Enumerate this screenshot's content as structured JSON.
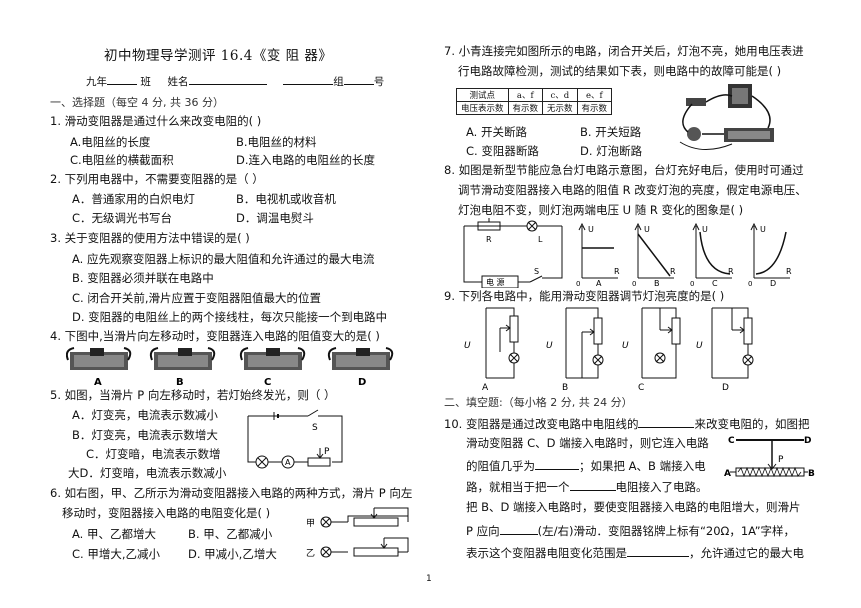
{
  "header": {
    "title": "初中物理导学测评 16.4《变  阻  器》",
    "info_grade": "九年",
    "info_class": "班",
    "info_name": "姓名",
    "info_group": "组",
    "info_no": "号"
  },
  "section1": {
    "title": "一、选择题（每空 4 分, 共 36 分）"
  },
  "q1": {
    "stem": "1. 滑动变阻器是通过什么来改变电阻的(        )",
    "a": "A.电阻丝的长度",
    "b": "B.电阻丝的材料",
    "c": "C.电阻丝的横截面积",
    "d": "D.连入电路的电阻丝的长度"
  },
  "q2": {
    "stem": "2. 下列用电器中，不需要变阻器的是（      ）",
    "a": "A．普通家用的白炽电灯",
    "b": "B．电视机或收音机",
    "c": "C．无级调光书写台",
    "d": "D．调温电熨斗"
  },
  "q3": {
    "stem": "3. 关于变阻器的使用方法中错误的是(        )",
    "a": "A. 应先观察变阻器上标识的最大阻值和允许通过的最大电流",
    "b": "B. 变阻器必须并联在电路中",
    "c": "C. 闭合开关前,滑片应置于变阻器阻值最大的位置",
    "d": "D. 变阻器的电阻丝上的两个接线柱，每次只能接一个到电路中"
  },
  "q4": {
    "stem": "4. 下图中,当滑片向左移动时，变阻器连入电路的阻值变大的是(        )",
    "labels": [
      "A",
      "B",
      "C",
      "D"
    ]
  },
  "q5": {
    "stem": "5. 如图，当滑片 P 向左移动时，若灯始终发光，则（      ）",
    "a": "A．灯变亮，电流表示数减小",
    "b": "B．灯变亮，电流表示数增大",
    "c": "C．灯变暗，电流表示数增",
    "d": "大D．灯变暗，电流表示数减小",
    "fig": {
      "s": "S",
      "a": "A",
      "p": "P"
    }
  },
  "q6": {
    "stem1": "6. 如右图，甲、乙所示为滑动变阻器接入电路的两种方式，滑片 P 向左",
    "stem2": "移动时，变阻器接入电路的电阻变化是(        )",
    "a": "A. 甲、乙都增大",
    "b": "B. 甲、乙都减小",
    "c": "C. 甲增大,乙减小",
    "d": "D. 甲减小,乙增大",
    "fig": {
      "jia": "甲",
      "yi": "乙"
    }
  },
  "q7": {
    "stem1": "7. 小青连接完如图所示的电路，闭合开关后，灯泡不亮，她用电压表进",
    "stem2": "行电路故障检测，测试的结果如下表，则电路中的故障可能是(        )",
    "table": {
      "row1": [
        "测试点",
        "a、f",
        "c、d",
        "e、f"
      ],
      "row2": [
        "电压表示数",
        "有示数",
        "无示数",
        "有示数"
      ]
    },
    "a": "A. 开关断路",
    "b": "B. 开关短路",
    "c": "C. 变阻器断路",
    "d": "D. 灯泡断路"
  },
  "q8": {
    "stem1": "8. 如图是新型节能应急台灯电路示意图，台灯充好电后，使用时可通过",
    "stem2": "调节滑动变阻器接入电路的阻值 R 改变灯泡的亮度，假定电源电压、",
    "stem3": "灯泡电阻不变，则灯泡两端电压 U 随 R 变化的图象是(          )",
    "fig": {
      "r": "R",
      "l": "L",
      "source": "电  源",
      "s": "S",
      "u": "U",
      "ra": "R",
      "labels": [
        "A",
        "B",
        "C",
        "D"
      ],
      "o": "0"
    }
  },
  "q9": {
    "stem": "9. 下列各电路中，能用滑动变阻器调节灯泡亮度的是(        )",
    "fig": {
      "u": "U",
      "labels": [
        "A",
        "B",
        "C",
        "D"
      ]
    }
  },
  "section2": {
    "title": "二、填空题:（每小格 2 分, 共 24 分）"
  },
  "q10": {
    "l1a": "10.  变阻器是通过改变电路中电阻线的",
    "l1b": "来改变电阻的，如图把",
    "l2": "滑动变阻器 C、D 端接入电路时，则它连入电路",
    "l3a": "的阻值几乎为",
    "l3b": "；如果把 A、B 端接入电",
    "l4a": "路，就相当于把一个",
    "l4b": "电阻接入了电路。",
    "l5": "把 B、D 端接入电路时，要使变阻器接入电路的电阻增大，则滑片",
    "l6a": "P 应向",
    "l6b": "(左/右)滑动．变阻器铭牌上标有“20Ω，1A”字样，",
    "l7a": "表示这个变阻器电阻变化范围是",
    "l7b": "，允许通过它的最大电",
    "fig": {
      "c": "C",
      "d": "D",
      "a": "A",
      "b": "B",
      "p": "P"
    }
  },
  "footer": {
    "page": "1"
  }
}
